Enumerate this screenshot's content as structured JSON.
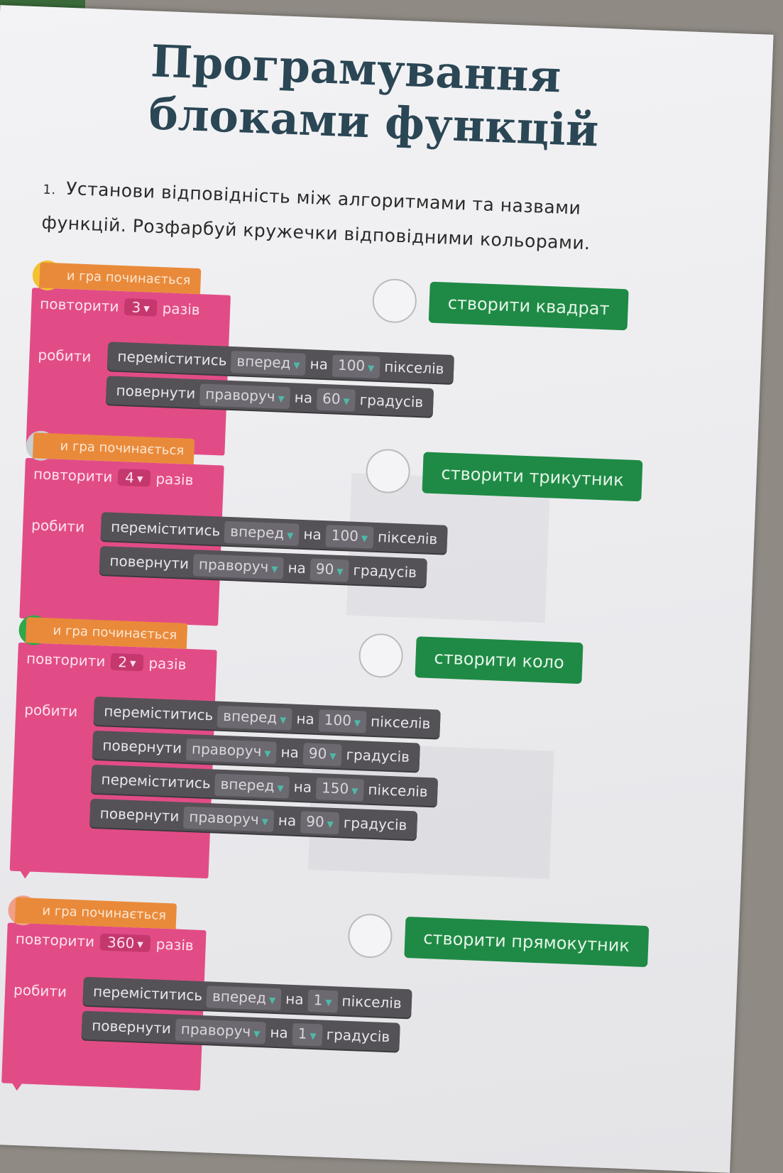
{
  "title": {
    "line1": "Програмування",
    "line2": "блоками функцій"
  },
  "task": {
    "number": "1.",
    "text": "Установи відповідність між алгоритмами та назвами функцій. Розфарбуй кружечки відповідними кольорами."
  },
  "labels": {
    "hat": "и гра починається",
    "repeat": "повторити",
    "times": "разів",
    "do": "робити",
    "move": "переміститись",
    "turn": "повернути",
    "forward": "вперед",
    "right": "праворуч",
    "by": "на",
    "pixels": "пікселів",
    "degrees": "градусів",
    "arrow": "▼"
  },
  "algorithms": [
    {
      "dot_color": "#f2c230",
      "repeat": "3",
      "commands": [
        {
          "type": "move",
          "value": "100"
        },
        {
          "type": "turn",
          "value": "60"
        }
      ]
    },
    {
      "dot_color": "#c9cdd0",
      "repeat": "4",
      "commands": [
        {
          "type": "move",
          "value": "100"
        },
        {
          "type": "turn",
          "value": "90"
        }
      ]
    },
    {
      "dot_color": "#2ea84a",
      "repeat": "2",
      "commands": [
        {
          "type": "move",
          "value": "100"
        },
        {
          "type": "turn",
          "value": "90"
        },
        {
          "type": "move",
          "value": "150"
        },
        {
          "type": "turn",
          "value": "90"
        }
      ]
    },
    {
      "dot_color": "#f0a089",
      "repeat": "360",
      "commands": [
        {
          "type": "move",
          "value": "1"
        },
        {
          "type": "turn",
          "value": "1"
        }
      ]
    }
  ],
  "functions": [
    "створити квадрат",
    "створити трикутник",
    "створити коло",
    "створити прямокутник"
  ]
}
